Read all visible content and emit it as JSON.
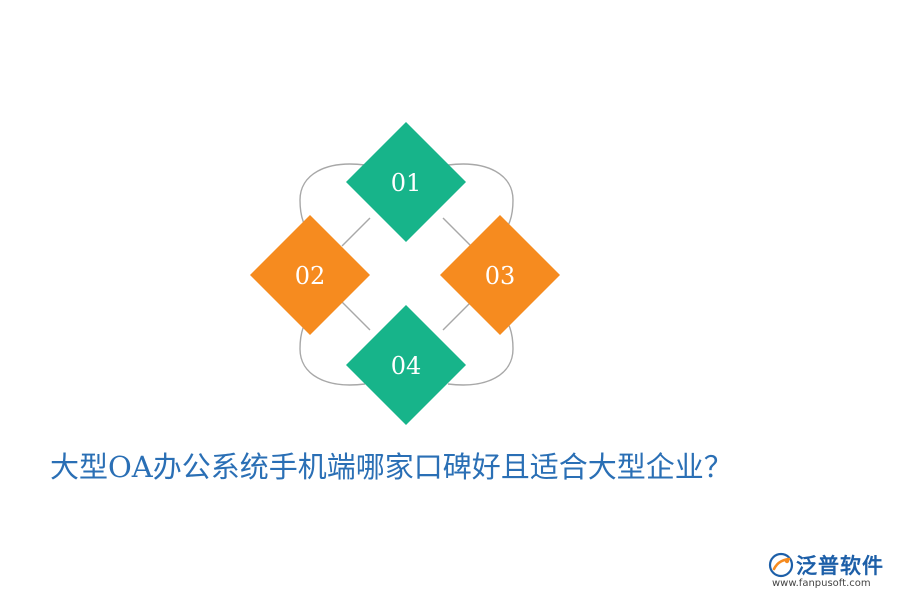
{
  "diagram": {
    "items": [
      {
        "label": "01",
        "color": "#17b48a"
      },
      {
        "label": "02",
        "color": "#f68b1f"
      },
      {
        "label": "03",
        "color": "#f68b1f"
      },
      {
        "label": "04",
        "color": "#17b48a"
      }
    ],
    "connector_color": "#a8a8a8"
  },
  "title": "大型OA办公系统手机端哪家口碑好且适合大型企业？",
  "title_color": "#2a6fb5",
  "logo": {
    "name": "泛普软件",
    "url": "www.fanpusoft.com",
    "icon": "fanpu-logo-icon"
  }
}
